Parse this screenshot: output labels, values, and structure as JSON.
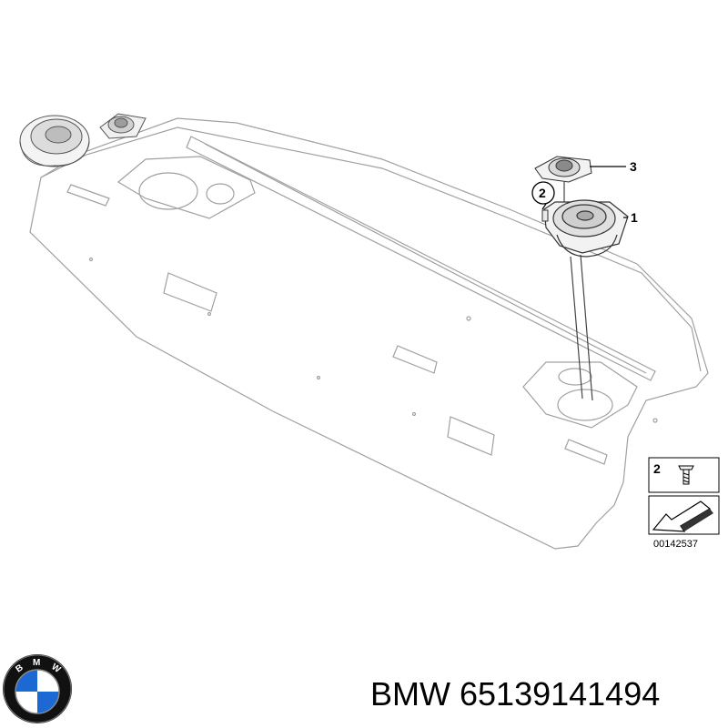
{
  "callouts": {
    "item1": "1",
    "item2": "2",
    "item3": "3"
  },
  "legend": {
    "item_number": "2",
    "reference_code": "00142537"
  },
  "caption": {
    "brand": "BMW",
    "part_number": "65139141494"
  },
  "logo": {
    "letters": "BMW",
    "colors": {
      "blue": "#1c69d4",
      "white": "#ffffff",
      "ring": "#111111"
    }
  },
  "colors": {
    "line": "#9a9a9a",
    "dark_line": "#333333"
  }
}
